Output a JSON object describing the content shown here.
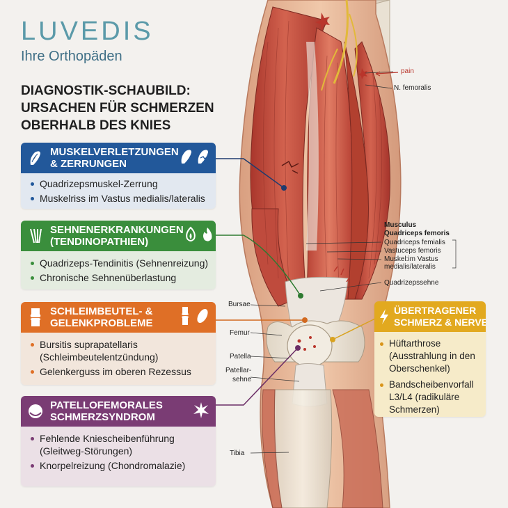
{
  "brand": {
    "logo": "LUVEDIS",
    "tagline": "Ihre Orthopäden"
  },
  "headline": {
    "lines": [
      "DIAGNOSTIK-SCHAUBILD:",
      "URSACHEN FÜR SCHMERZEN",
      "OBERHALB DES KNIES"
    ]
  },
  "cards": [
    {
      "title_lines": [
        "MUSKELVERLETZUNGEN",
        "& ZERRUNGEN"
      ],
      "color": "#22589a",
      "body_bg": "#e2e8f0",
      "items": [
        {
          "lines": [
            "Quadrizepsmuskel-Zerrung"
          ]
        },
        {
          "lines": [
            "Muskelriss im Vastus medialis/lateralis"
          ]
        }
      ],
      "icon_left": "muscle-icon",
      "icons_right": [
        "muscle-icon",
        "muscle-tear-icon"
      ]
    },
    {
      "title_lines": [
        "SEHNENERKRANKUNGEN",
        "(TENDINOPATHIEN)"
      ],
      "color": "#3a8e3c",
      "body_bg": "#e4ece0",
      "items": [
        {
          "lines": [
            "Quadrizeps-Tendinitis (Sehnenreizung)"
          ]
        },
        {
          "lines": [
            "Chronische Sehnenüberlastung"
          ]
        }
      ],
      "icon_left": "tendon-icon",
      "icons_right": [
        "inflamed-tendon-icon",
        "flame-icon"
      ]
    },
    {
      "title_lines": [
        "SCHLEIMBEUTEL- &",
        "GELENKPROBLEME"
      ],
      "color": "#df6f26",
      "body_bg": "#f2e6dc",
      "items": [
        {
          "lines": [
            "Bursitis suprapatellaris",
            "(Schleimbeutelentzündung)"
          ]
        },
        {
          "lines": [
            "Gelenkerguss im oberen Rezessus"
          ]
        }
      ],
      "icon_left": "knee-joint-icon",
      "icons_right": [
        "joint-icon",
        "bursa-icon"
      ]
    },
    {
      "title_lines": [
        "PATELLOFEMORALES",
        "SCHMERZSYNDROM"
      ],
      "color": "#7a3c74",
      "body_bg": "#ebe0e6",
      "items": [
        {
          "lines": [
            "Fehlende Kniescheibenführung",
            "(Gleitweg-Störungen)"
          ]
        },
        {
          "lines": [
            "Knorpelreizung (Chondromalazie)"
          ]
        }
      ],
      "icon_left": "kneecap-icon",
      "icons_right": [
        "pain-burst-icon"
      ]
    },
    {
      "title_lines": [
        "ÜBERTRAGENER",
        "SCHMERZ & NERVEN"
      ],
      "color": "#e2a91f",
      "body_bg": "#f6ebc9",
      "items": [
        {
          "lines": [
            "Hüftarthrose",
            "(Ausstrahlung in den",
            "Oberschenkel)"
          ]
        },
        {
          "lines": [
            "Bandscheibenvorfall",
            "L3/L4 (radikuläre",
            "Schmerzen)"
          ]
        }
      ],
      "icon_left": "lightning-icon",
      "icons_right": []
    }
  ],
  "labels": {
    "pain": "pain",
    "n_femoralis": "N. femoralis",
    "musculus": [
      "Musculus",
      "Quadriceps femoris"
    ],
    "muscle_parts": [
      "Quadriceps femialis",
      "Vastuceps femoris",
      "Muskel:im Vastus",
      "medialis/lateralis"
    ],
    "quadrizepssehne": "Quadrizepssehne",
    "bursae": "Bursae",
    "femur": "Femur",
    "patella": "Patella",
    "patellarsehne": [
      "Patellar-",
      "sehne"
    ],
    "tibia": "Tibia"
  },
  "colors": {
    "muscle": "#c4473a",
    "pain": "#b9352b",
    "tendon": "#e9e3dc"
  }
}
